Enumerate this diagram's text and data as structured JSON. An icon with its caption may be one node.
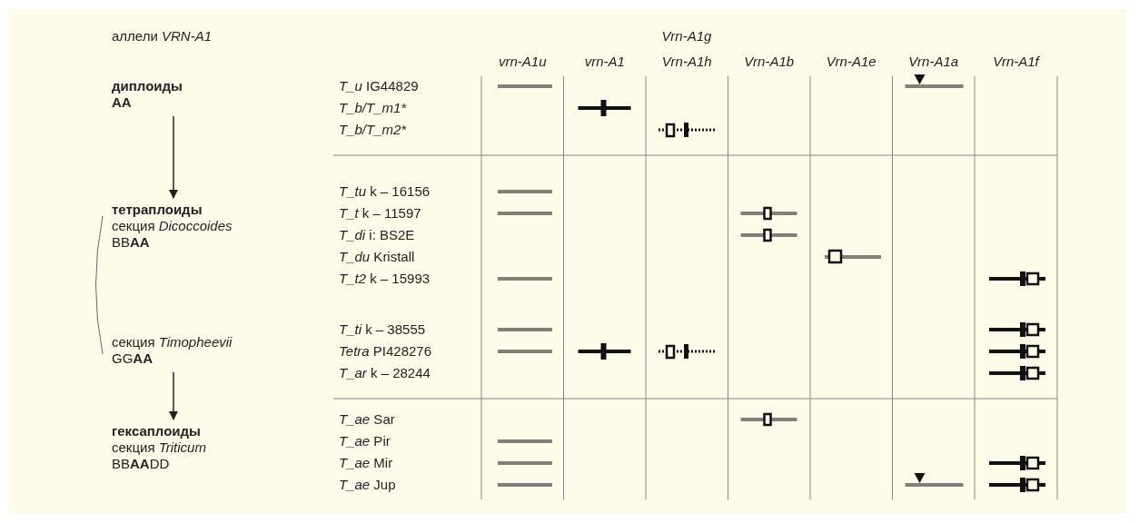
{
  "diagram": {
    "nodes": [
      {
        "text": [
          "диплоиды",
          "AA"
        ]
      },
      {
        "text": [
          "тетраплоиды",
          "секция *Dicoccoides*",
          "BB**AA**"
        ]
      },
      {
        "text": [
          "секция *Timopheevii*",
          "GG**AA**"
        ]
      },
      {
        "text": [
          "гексаплоиды",
          "секция *Triticum*",
          "BB**AA**DD"
        ]
      }
    ],
    "edges": [
      {
        "from": 0,
        "to": 1,
        "arrow": "to"
      },
      {
        "from": 2,
        "to": 3,
        "arrow": "to"
      }
    ],
    "labels": [
      "аллели *VRN-A1*",
      "Vrn-A1g",
      "vrn-A1u",
      "vrn-A1",
      "Vrn-A1h",
      "Vrn-A1b",
      "Vrn-A1e",
      "Vrn-A1a",
      "Vrn-A1f",
      "*T_u* IG44829",
      "T_b/T_m1*",
      "T_b/T_m2*",
      "*T_tu* k – 16156",
      "*T_t* k – 11597",
      "*T_di* i: BS2E",
      "*T_du* Kristall",
      "*T_t2* k – 15993",
      "*T_ti* k – 38555",
      "*Tetra* PI428276",
      "*T_ar* k – 28244",
      "*T_ae* Sar",
      "*T_ae* Pir",
      "*T_ae* Mir",
      "*T_ae* Jup"
    ]
  }
}
